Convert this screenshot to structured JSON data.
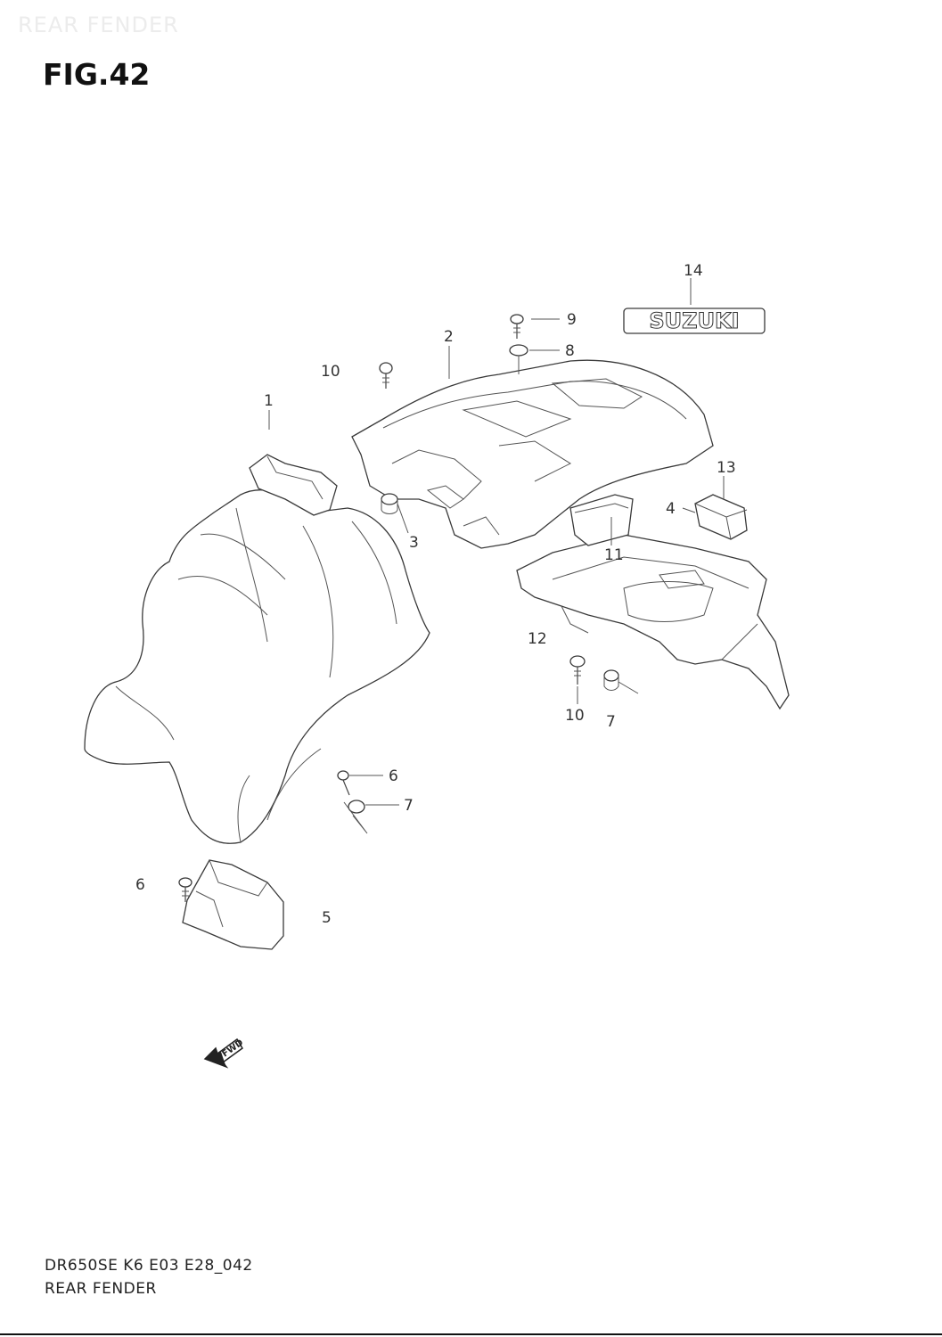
{
  "header": {
    "watermark": "REAR FENDER",
    "figure_label": "FIG.42"
  },
  "callouts": {
    "c1": "1",
    "c2": "2",
    "c3": "3",
    "c4": "4",
    "c5": "5",
    "c6a": "6",
    "c6b": "6",
    "c7a": "7",
    "c7b": "7",
    "c8": "8",
    "c9": "9",
    "c10a": "10",
    "c10b": "10",
    "c11": "11",
    "c12": "12",
    "c13": "13",
    "c14": "14"
  },
  "emblem": {
    "text": "SUZUKI"
  },
  "direction_arrow": {
    "text": "FWD"
  },
  "footer": {
    "model_code": "DR650SE K6 E03 E28_042",
    "section_name": "REAR FENDER"
  }
}
